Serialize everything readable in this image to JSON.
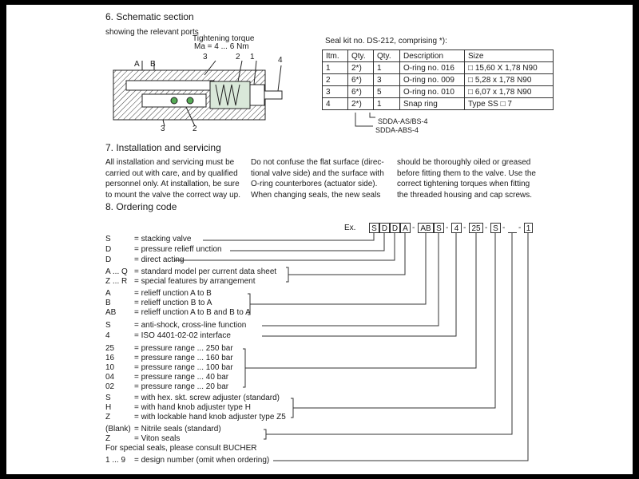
{
  "section6": {
    "title": "6.   Schematic section",
    "subtitle": "showing the relevant ports",
    "torque_label": "Tightening torque",
    "torque_value": "Ma = 4 ... 6 Nm",
    "callouts": {
      "a": "A",
      "b": "B",
      "c3": "3",
      "c2": "2",
      "c1": "1",
      "c4": "4",
      "c3b": "3",
      "c2b": "2"
    }
  },
  "seal_kit": {
    "title": "Seal kit no. DS-212, comprising *):",
    "headers": [
      "Itm.",
      "Qty.",
      "Qty.",
      "Description",
      "Size"
    ],
    "rows": [
      [
        "1",
        "2*)",
        "1",
        "O-ring no. 016",
        "□ 15,60 X 1,78 N90"
      ],
      [
        "2",
        "6*)",
        "3",
        "O-ring no. 009",
        "□ 5,28 x 1,78 N90"
      ],
      [
        "3",
        "6*)",
        "5",
        "O-ring no. 010",
        "□ 6,07 x 1,78 N90"
      ],
      [
        "4",
        "2*)",
        "1",
        "Snap ring",
        "Type SS □ 7"
      ]
    ],
    "note_as": "SDDA-AS/BS-4",
    "note_abs": "SDDA-ABS-4"
  },
  "section7": {
    "title": "7.   Installation and servicing",
    "col1": [
      "All installation and servicing  must be",
      "carried out with care, and by qualified",
      "personnel only. At installation, be sure",
      "to mount the valve the correct way up."
    ],
    "col2": [
      "Do not confuse the flat surface (direc-",
      "tional valve side) and the surface with",
      "O-ring counterbores (actuator side).",
      "When changing seals, the new seals"
    ],
    "col3": [
      "should be thoroughly oiled or greased",
      "before fitting them to the valve. Use the",
      "correct tightening torques when fitting",
      "the threaded housing and cap screws."
    ]
  },
  "section8": {
    "title": "8.   Ordering code",
    "example_label": "Ex.",
    "code_boxes": [
      "S",
      "D",
      "D",
      "A",
      "AB",
      "S",
      "4",
      "25",
      "S",
      "",
      "1"
    ],
    "dash": "-",
    "entries": [
      [
        "S",
        "= stacking valve"
      ],
      [
        "D",
        "= pressure relieff unction"
      ],
      [
        "D",
        "= direct acting"
      ],
      [
        "A ... Q",
        "= standard  model per current data sheet"
      ],
      [
        "Z ... R",
        "= special features by arrangement"
      ],
      [
        "A",
        "= relieff unction A to B"
      ],
      [
        "B",
        "= relieff unction B to A"
      ],
      [
        "AB",
        "= relieff unction A to B  and  B to A"
      ],
      [
        "S",
        "= anti-shock, cross-line function"
      ],
      [
        "4",
        "= ISO 4401-02-02 interface"
      ],
      [
        "25",
        "= pressure range  ... 250 bar"
      ],
      [
        "16",
        "= pressure range  ... 160 bar"
      ],
      [
        "10",
        "= pressure range  ... 100 bar"
      ],
      [
        "04",
        "= pressure range  ...   40 bar"
      ],
      [
        "02",
        "= pressure range  ...   20 bar"
      ],
      [
        "S",
        "= with hex. skt. screw adjuster (standard)"
      ],
      [
        "H",
        "= with hand knob adjuster type H"
      ],
      [
        "Z",
        "= with lockable hand knob adjuster type Z5"
      ],
      [
        "(Blank)",
        "= Nitrile seals (standard)"
      ],
      [
        "Z",
        "= Viton seals"
      ],
      [
        "For special seals, please consult BUCHER",
        ""
      ],
      [
        "1 ... 9",
        "= design number (omit when ordering)"
      ]
    ]
  }
}
